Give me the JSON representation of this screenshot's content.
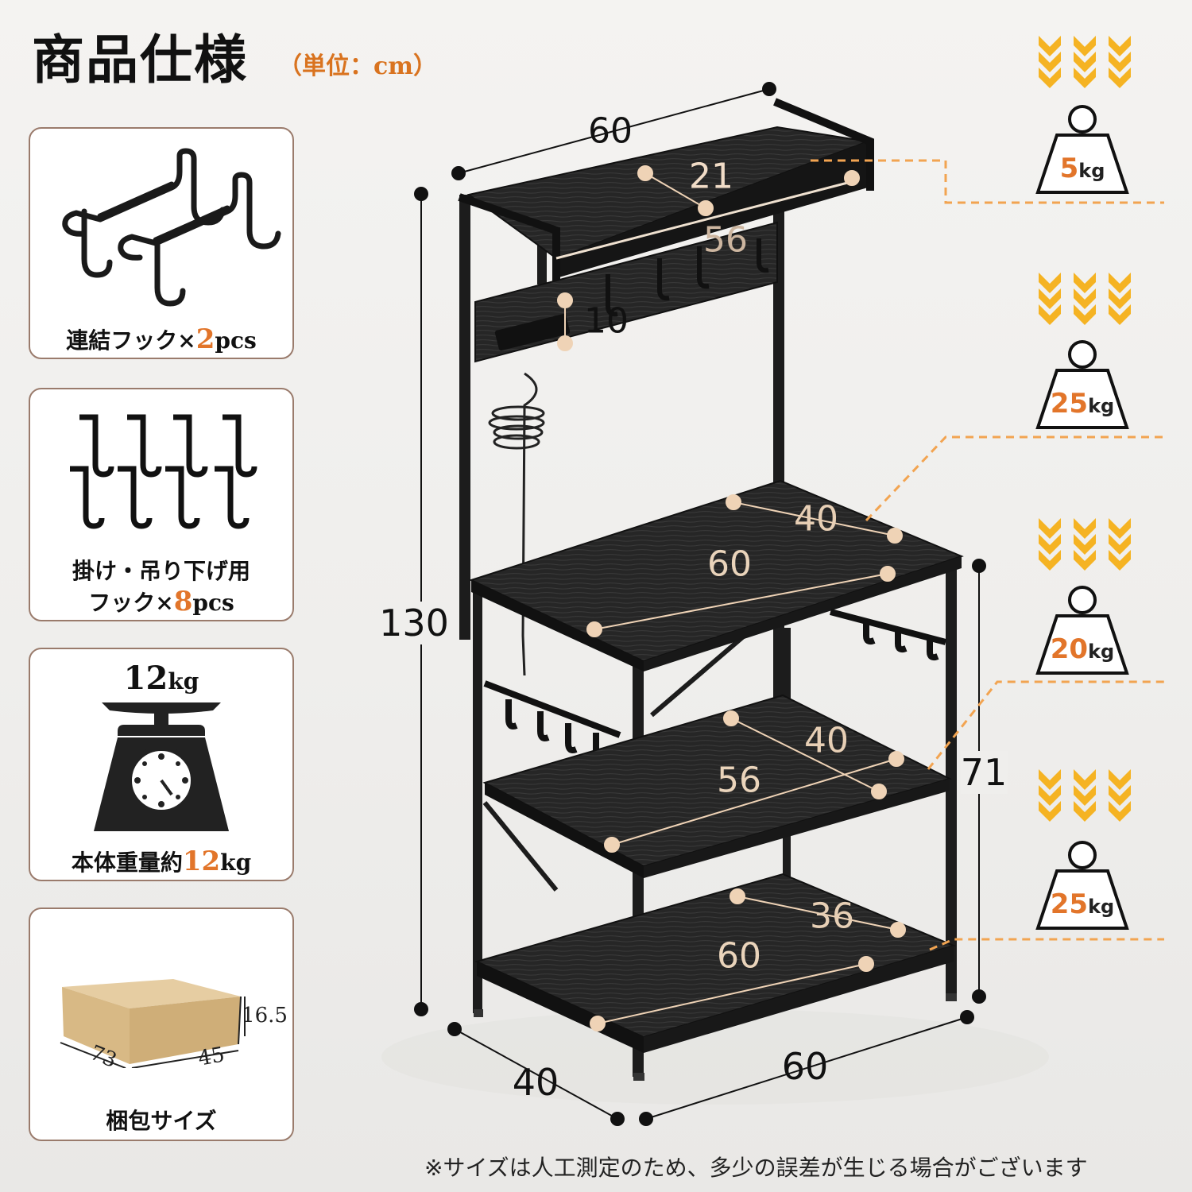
{
  "header": {
    "title": "商品仕様",
    "unit": "（単位：cm）"
  },
  "cards": {
    "connect_hook": {
      "label": "連結フック×",
      "count": "2",
      "suffix": "pcs"
    },
    "hang_hooks": {
      "label_line1": "掛け・吊り下げ用",
      "label_line2": "フック×",
      "count": "8",
      "suffix": "pcs"
    },
    "weight": {
      "scale_value": "12",
      "scale_unit": "kg",
      "label": "本体重量約",
      "value": "12",
      "unit": "kg"
    },
    "package": {
      "height": "16.5",
      "length": "73",
      "width": "45",
      "label": "梱包サイズ"
    }
  },
  "dimensions": {
    "top_width": "60",
    "top_depth": "21",
    "top_inner_width": "56",
    "board_height": "10",
    "total_height": "130",
    "shelf1_depth": "40",
    "shelf1_width": "60",
    "shelf2_depth": "40",
    "shelf2_width": "56",
    "shelf3_depth": "36",
    "shelf3_width": "60",
    "lower_height": "71",
    "base_depth": "40",
    "base_width": "60"
  },
  "load_capacity": [
    {
      "value": "5",
      "unit": "kg"
    },
    {
      "value": "25",
      "unit": "kg"
    },
    {
      "value": "20",
      "unit": "kg"
    },
    {
      "value": "25",
      "unit": "kg"
    }
  ],
  "colors": {
    "accent": "#e2752a",
    "chevron": "#f5b323",
    "frame": "#1c1c1c",
    "card_border": "#9a7b6c"
  },
  "footnote": "※サイズは人工測定のため、多少の誤差が生じる場合がございます"
}
